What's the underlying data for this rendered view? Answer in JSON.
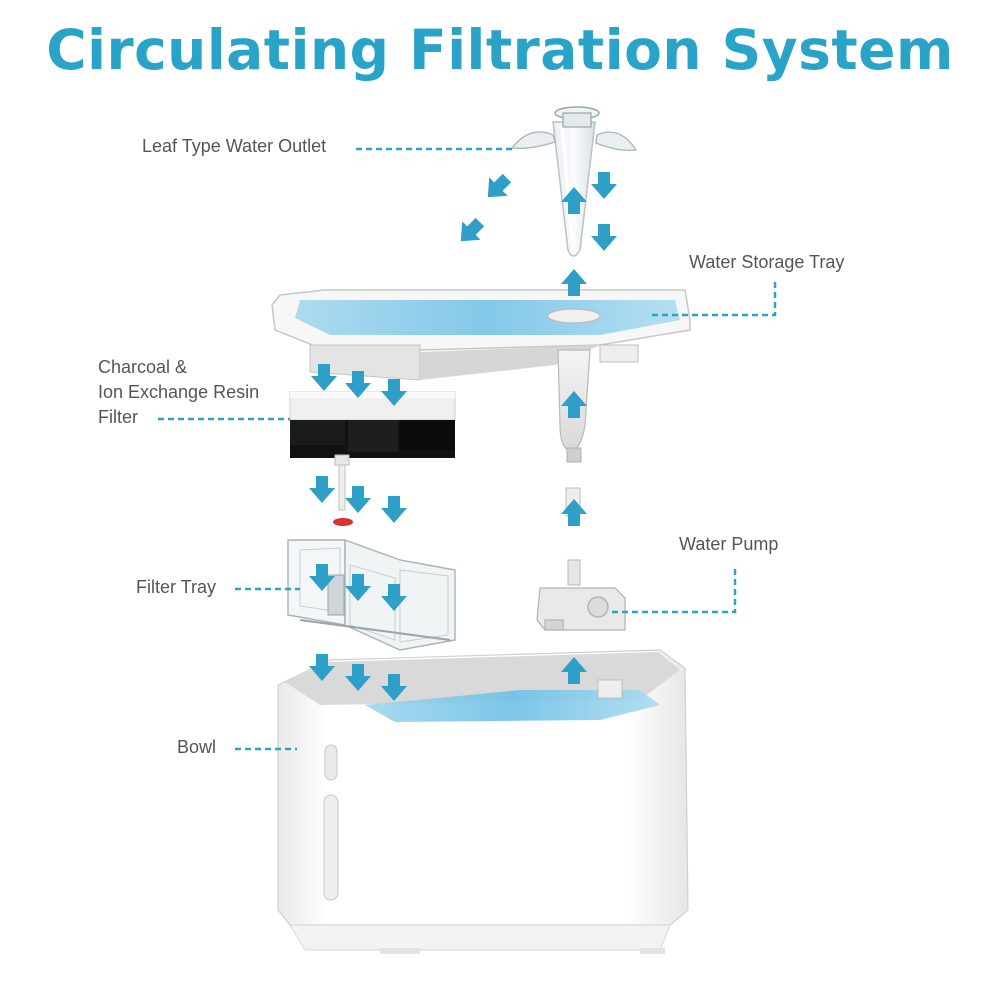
{
  "title": "Circulating Filtration System",
  "labels": {
    "leaf_outlet": "Leaf Type Water Outlet",
    "storage_tray": "Water Storage Tray",
    "charcoal_line1": "Charcoal &",
    "charcoal_line2": "Ion Exchange Resin",
    "charcoal_line3": "Filter",
    "water_pump": "Water Pump",
    "filter_tray": "Filter Tray",
    "bowl": "Bowl"
  },
  "colors": {
    "title": "#2aa3c8",
    "arrow": "#2e9fc6",
    "leader": "#2aa3c8",
    "water": "#7ec8e8",
    "label": "#555555"
  }
}
